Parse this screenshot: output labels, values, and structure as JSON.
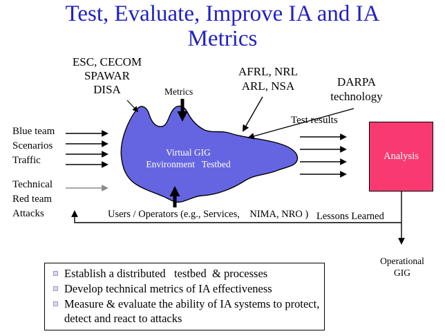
{
  "title": "Test, Evaluate, Improve IA and IA\nMetrics",
  "colors": {
    "title_blue": "#2121c4",
    "blob_fill": "#6565e2",
    "analysis_pink": "#f93a70"
  },
  "diagram": {
    "esc_group": "ESC, CECOM\nSPAWAR\nDISA",
    "metrics": "Metrics",
    "afrl_group": "AFRL, NRL\nARL, NSA",
    "darpa": "DARPA\ntechnology",
    "blue_team": "Blue team\nScenarios\nTraffic",
    "technical": "Technical\nRed team\nAttacks",
    "test_results": "Test results",
    "analysis": "Analysis",
    "testbed": "Virtual GIG\nEnvironment   Testbed",
    "users": "Users / Operators (e.g., Services,    NIMA, NRO )",
    "lessons": "Lessons  Learned",
    "operational": "Operational\nGIG"
  },
  "bullets": [
    "Establish a distributed   testbed  & processes",
    "Develop technical metrics of IA effectiveness",
    "Measure & evaluate the ability of IA systems to protect, detect and react to attacks"
  ]
}
